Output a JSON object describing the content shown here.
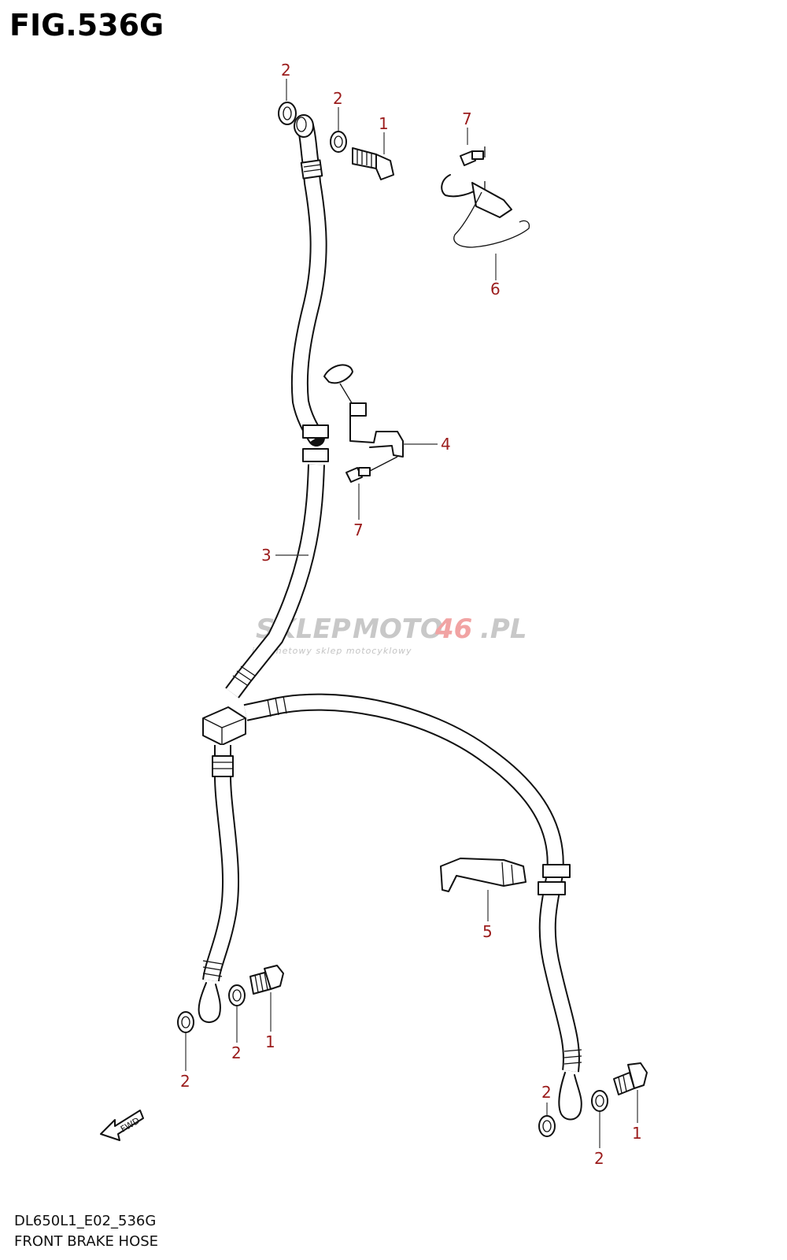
{
  "figure": {
    "title": "FIG.536G",
    "code": "DL650L1_E02_536G",
    "name": "FRONT BRAKE HOSE"
  },
  "callouts": [
    {
      "id": "c2a",
      "label": "2"
    },
    {
      "id": "c2b",
      "label": "2"
    },
    {
      "id": "c1a",
      "label": "1"
    },
    {
      "id": "c7a",
      "label": "7"
    },
    {
      "id": "c6",
      "label": "6"
    },
    {
      "id": "c4",
      "label": "4"
    },
    {
      "id": "c7b",
      "label": "7"
    },
    {
      "id": "c3",
      "label": "3"
    },
    {
      "id": "c5",
      "label": "5"
    },
    {
      "id": "c2c",
      "label": "2"
    },
    {
      "id": "c2d",
      "label": "2"
    },
    {
      "id": "c1b",
      "label": "1"
    },
    {
      "id": "c2e",
      "label": "2"
    },
    {
      "id": "c2f",
      "label": "2"
    },
    {
      "id": "c1c",
      "label": "1"
    }
  ],
  "fwd_arrow": {
    "label": "FWD"
  },
  "watermark": {
    "brand_a": "SKLEP",
    "brand_b": "MOTO",
    "brand_c": "46",
    "brand_d": ".PL",
    "tagline": "internetowy sklep motocyklowy"
  },
  "colors": {
    "callout": "#9b1c1c",
    "line": "#111111",
    "watermark": "#c8c8c8",
    "watermark_accent": "#f1a3a3"
  }
}
